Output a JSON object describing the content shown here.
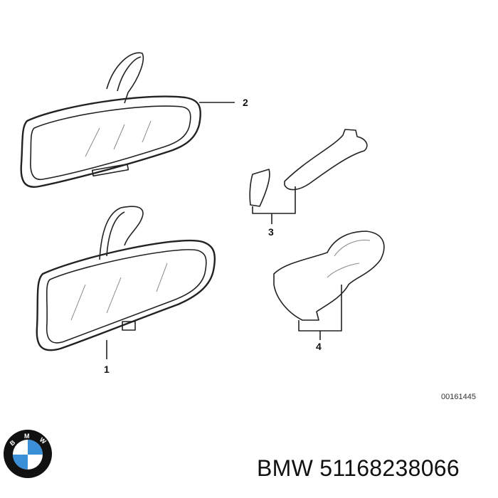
{
  "callouts": {
    "part1": "1",
    "part2": "2",
    "part3": "3",
    "part4": "4"
  },
  "diagram_id": "00161445",
  "part_label": "BMW 51168238066",
  "logo": {
    "text": "BMW",
    "colors": {
      "ring": "#111111",
      "blue": "#3a8fd6",
      "white": "#ffffff"
    }
  }
}
